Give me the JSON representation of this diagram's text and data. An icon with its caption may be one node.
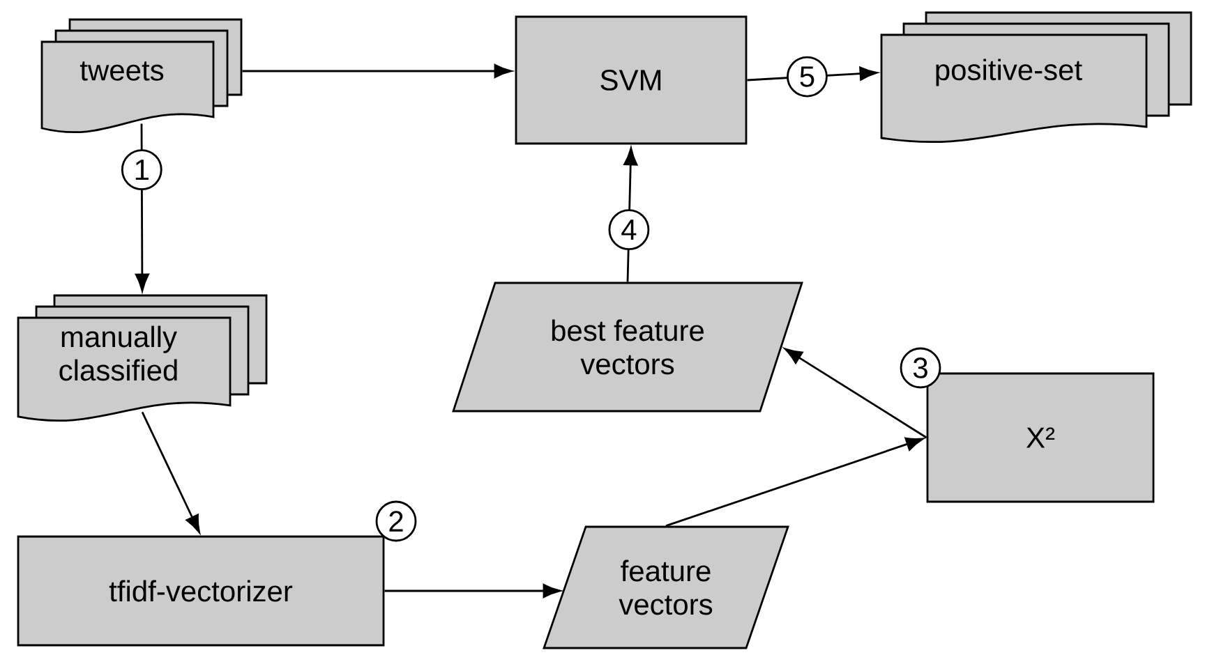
{
  "diagram": {
    "nodes": [
      {
        "text": [
          "tweets"
        ]
      },
      {
        "text": [
          "SVM"
        ]
      },
      {
        "text": [
          "positive-set"
        ]
      },
      {
        "text": [
          "manually classified"
        ]
      },
      {
        "text": [
          "best feature vectors"
        ]
      },
      {
        "text": [
          "tfidf-vectorizer"
        ],
        "beside": [
          "2"
        ]
      },
      {
        "text": [
          "feature vectors"
        ]
      },
      {
        "text": [
          "X²"
        ],
        "beside": [
          "3"
        ]
      }
    ],
    "edges": [
      {
        "from": 0,
        "to": 1,
        "arrow": "to"
      },
      {
        "from": 1,
        "to": 2,
        "arrow": "to",
        "label": "5"
      },
      {
        "from": 0,
        "to": 3,
        "arrow": "to",
        "label": "1"
      },
      {
        "from": 4,
        "to": 1,
        "arrow": "to",
        "label": "4"
      },
      {
        "from": 3,
        "to": 5,
        "arrow": "to"
      },
      {
        "from": 5,
        "to": 6,
        "arrow": "to"
      },
      {
        "from": 6,
        "to": 7,
        "arrow": "to"
      },
      {
        "from": 7,
        "to": 4,
        "arrow": "to"
      }
    ]
  }
}
